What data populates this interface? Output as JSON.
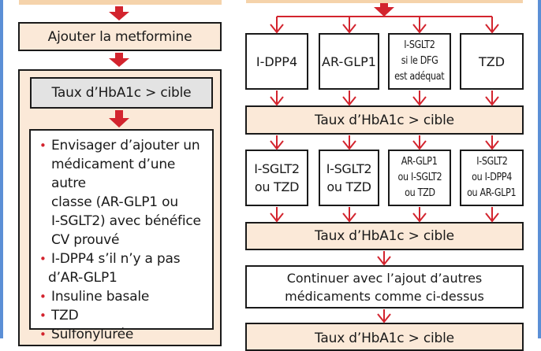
{
  "colors": {
    "arrow_red": "#d3242e",
    "peach_fill": "#fbe9d8",
    "top_bar_fill": "#f5d3ab",
    "gray_fill": "#e3e3e3",
    "border_blue": "#5b8fd6",
    "box_border": "#1a1a1a"
  },
  "left_column": {
    "metformin_step": "Ajouter la metformine",
    "hba1c_check": "Taux d’HbA1c > cible",
    "options": [
      {
        "text": "Envisager d’ajouter un médicament d’une autre classe (AR-GLP1 ou I-SGLT2) avec bénéfice CV prouvé"
      },
      {
        "text": "I-DPP4 s’il n’y a pas d’AR-GLP1"
      },
      {
        "text": "Insuline basale"
      },
      {
        "text": "TZD"
      },
      {
        "text": "Sulfonylurée"
      }
    ],
    "option_lines": [
      [
        "Envisager d’ajouter un",
        "médicament d’une autre",
        "classe (AR-GLP1 ou",
        "I-SGLT2) avec bénéfice",
        "CV prouvé"
      ],
      [
        "I-DPP4 s’il n’y a pas",
        "d’AR-GLP1"
      ],
      [
        "Insuline basale"
      ],
      [
        "TZD"
      ],
      [
        "Sulfonylurée"
      ]
    ]
  },
  "right_column": {
    "first_choice": [
      {
        "lines": [
          "I-DPP4"
        ]
      },
      {
        "lines": [
          "AR-GLP1"
        ]
      },
      {
        "lines": [
          "I-SGLT2",
          "si le DFG",
          "est adéquat"
        ]
      },
      {
        "lines": [
          "TZD"
        ]
      }
    ],
    "hba1c_check_1": "Taux d’HbA1c > cible",
    "second_choice": [
      {
        "lines": [
          "I-SGLT2",
          "ou TZD"
        ]
      },
      {
        "lines": [
          "I-SGLT2",
          "ou TZD"
        ]
      },
      {
        "lines": [
          "AR-GLP1",
          "ou I-SGLT2",
          "ou TZD"
        ]
      },
      {
        "lines": [
          "I-SGLT2",
          "ou I-DPP4",
          "ou AR-GLP1"
        ]
      }
    ],
    "hba1c_check_2": "Taux d’HbA1c > cible",
    "continue_step": [
      "Continuer avec l’ajout d’autres",
      "médicaments comme ci-dessus"
    ],
    "hba1c_check_3": "Taux d’HbA1c > cible"
  }
}
